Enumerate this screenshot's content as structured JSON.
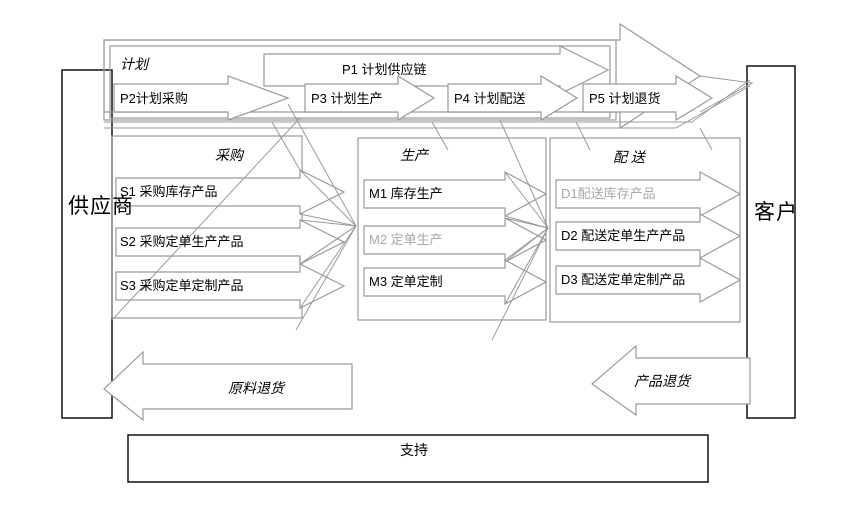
{
  "diagram": {
    "title_type": "scor-supply-chain-model",
    "colors": {
      "line_gray": "#9a9a9a",
      "line_black": "#000000",
      "text_black": "#000000",
      "text_faded": "#a8a8a8",
      "background": "#ffffff"
    },
    "endpoints": {
      "supplier": "供应商",
      "customer": "客户"
    },
    "sections": {
      "plan": "计划",
      "source": "采购",
      "make": "生产",
      "deliver": "配  送"
    },
    "plan_arrows": [
      {
        "id": "P1",
        "label": "P1  计划供应链",
        "faded": false
      },
      {
        "id": "P2",
        "label": "P2计划采购",
        "faded": false
      },
      {
        "id": "P3",
        "label": "P3  计划生产",
        "faded": false
      },
      {
        "id": "P4",
        "label": "P4  计划配送",
        "faded": false
      },
      {
        "id": "P5",
        "label": "P5  计划退货",
        "faded": false
      }
    ],
    "source_arrows": [
      {
        "id": "S1",
        "label": "S1  采购库存产品",
        "faded": false
      },
      {
        "id": "S2",
        "label": "S2  采购定单生产产品",
        "faded": false
      },
      {
        "id": "S3",
        "label": "S3  采购定单定制产品",
        "faded": false
      }
    ],
    "make_arrows": [
      {
        "id": "M1",
        "label": "M1    库存生产",
        "faded": false
      },
      {
        "id": "M2",
        "label": "M2  定单生产",
        "faded": true
      },
      {
        "id": "M3",
        "label": "M3    定单定制",
        "faded": false
      }
    ],
    "deliver_arrows": [
      {
        "id": "D1",
        "label": "D1配送库存产品",
        "faded": true
      },
      {
        "id": "D2",
        "label": "D2   配送定单生产产品",
        "faded": false
      },
      {
        "id": "D3",
        "label": "D3  配送定单定制产品",
        "faded": false
      }
    ],
    "return_arrows": [
      {
        "id": "R1",
        "label": "原料退货"
      },
      {
        "id": "R2",
        "label": "产品退货"
      }
    ],
    "support_bar": {
      "label": "支持"
    }
  }
}
